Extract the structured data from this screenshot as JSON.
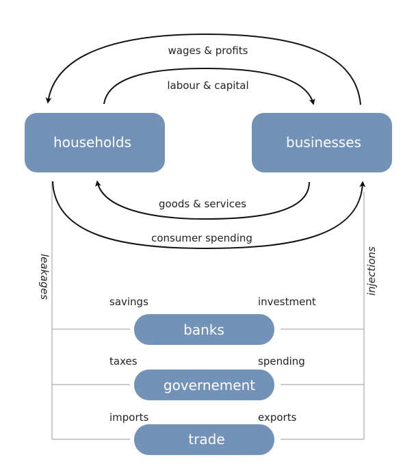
{
  "colors": {
    "node_fill": "#7392b8",
    "node_text": "#ffffff",
    "arrow": "#111111",
    "line": "#999999"
  },
  "nodes": {
    "households": "households",
    "businesses": "businesses",
    "banks": "banks",
    "government": "governement",
    "trade": "trade"
  },
  "flows": {
    "wages_profits": "wages & profits",
    "labour_capital": "labour & capital",
    "goods_services": "goods & services",
    "consumer_spending": "consumer spending"
  },
  "sides": {
    "leakages": "leakages",
    "injections": "injections"
  },
  "sectors": {
    "savings": "savings",
    "investment": "investment",
    "taxes": "taxes",
    "spending": "spending",
    "imports": "imports",
    "exports": "exports"
  }
}
